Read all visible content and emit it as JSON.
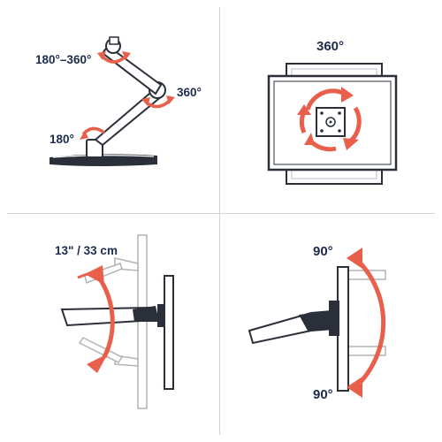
{
  "colors": {
    "accent_red": "#e8604c",
    "outline_dark": "#2a2f3a",
    "label_navy": "#1d2b4f",
    "divider_gray": "#d2d2d2"
  },
  "panels": {
    "arm_rotation": {
      "label_top": "180°–360°",
      "label_mid": "360°",
      "label_base": "180°"
    },
    "screen_rotation": {
      "label": "360°"
    },
    "height_adjust": {
      "label": "13\" / 33 cm"
    },
    "tilt": {
      "label_top": "90°",
      "label_bottom": "90°"
    }
  }
}
